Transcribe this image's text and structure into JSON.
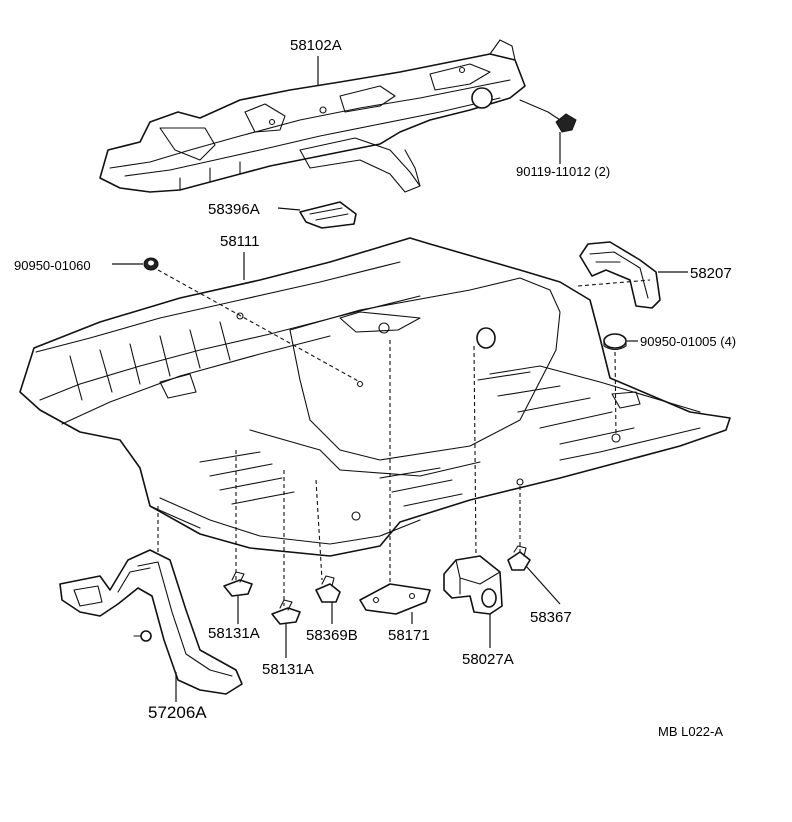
{
  "diagram": {
    "parts": [
      {
        "id": "p58102A",
        "label": "58102A"
      },
      {
        "id": "p90119",
        "label": "90119-11012 (2)"
      },
      {
        "id": "p58396A",
        "label": "58396A"
      },
      {
        "id": "p58111",
        "label": "58111"
      },
      {
        "id": "p90950_01060",
        "label": "90950-01060"
      },
      {
        "id": "p58207",
        "label": "58207"
      },
      {
        "id": "p90950_01005",
        "label": "90950-01005 (4)"
      },
      {
        "id": "p58131A_1",
        "label": "58131A"
      },
      {
        "id": "p58131A_2",
        "label": "58131A"
      },
      {
        "id": "p58369B",
        "label": "58369B"
      },
      {
        "id": "p58171",
        "label": "58171"
      },
      {
        "id": "p58027A",
        "label": "58027A"
      },
      {
        "id": "p58367",
        "label": "58367"
      },
      {
        "id": "p57206A",
        "label": "57206A"
      }
    ],
    "figure_code": "MB  L022-A"
  }
}
